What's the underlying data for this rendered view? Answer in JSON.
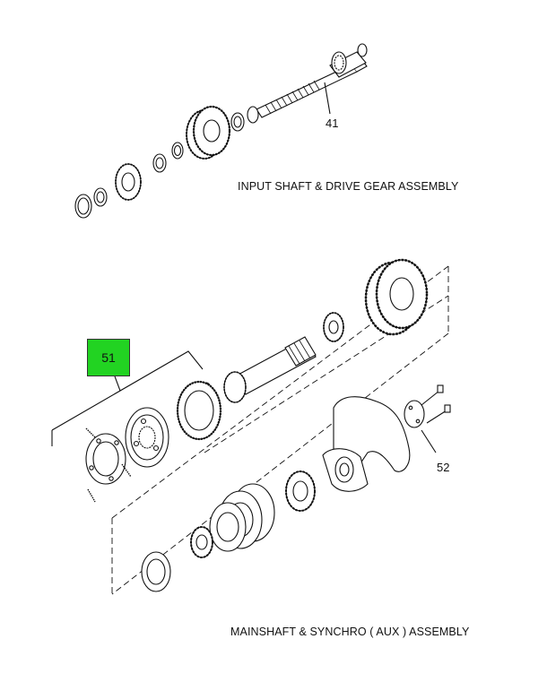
{
  "labels": {
    "input_shaft_assembly": "INPUT SHAFT & DRIVE GEAR ASSEMBLY",
    "mainshaft_assembly": "MAINSHAFT & SYNCHRO ( AUX ) ASSEMBLY"
  },
  "callouts": {
    "input_shaft": "41",
    "synchro_group": "51",
    "cover_plate": "52"
  },
  "colors": {
    "highlight": "#22d322",
    "line": "#111111"
  }
}
